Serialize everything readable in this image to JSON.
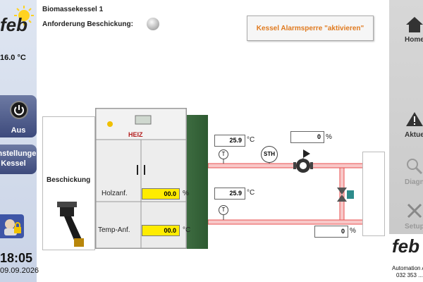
{
  "left": {
    "logo": "feb",
    "outside_temp": "16.0 °C",
    "off_button": "Aus",
    "settings_line1": "Einstellungen",
    "settings_line2": "Kessel",
    "clock": "18:05",
    "date": "09.09.2026"
  },
  "header": {
    "title": "Biomassekessel 1",
    "request_label": "Anforderung Beschickung:",
    "alarm_button": "Kessel Alarmsperre \"aktivieren\""
  },
  "boiler": {
    "brand": "HEIZ",
    "feed_label": "Beschickung",
    "wood_label": "Holzanf.",
    "wood_value": "00.0",
    "wood_unit": "%",
    "temp_label": "Temp-Anf.",
    "temp_value": "00.0",
    "temp_unit": "°C"
  },
  "hydraulics": {
    "flow_temp": "25.9",
    "flow_unit": "°C",
    "return_temp": "25.9",
    "return_unit": "°C",
    "pump_value": "0",
    "pump_unit": "%",
    "mixer_value": "0",
    "mixer_unit": "%",
    "sth_label": "STH",
    "sensor_label": "T"
  },
  "right": {
    "home": "Home",
    "aktuell": "Aktuell",
    "diagnose": "Diagnose",
    "setup": "Setup",
    "brand": "feb",
    "brand_line1": "Automation AG",
    "brand_line2": "032 353 ..."
  },
  "colors": {
    "pipe_red": "#e85050",
    "pipe_fill": "#f8c8c8",
    "arrow_blue": "#3aa0e0",
    "accent_orange": "#e07a1f",
    "value_yellow": "#ffec00"
  }
}
